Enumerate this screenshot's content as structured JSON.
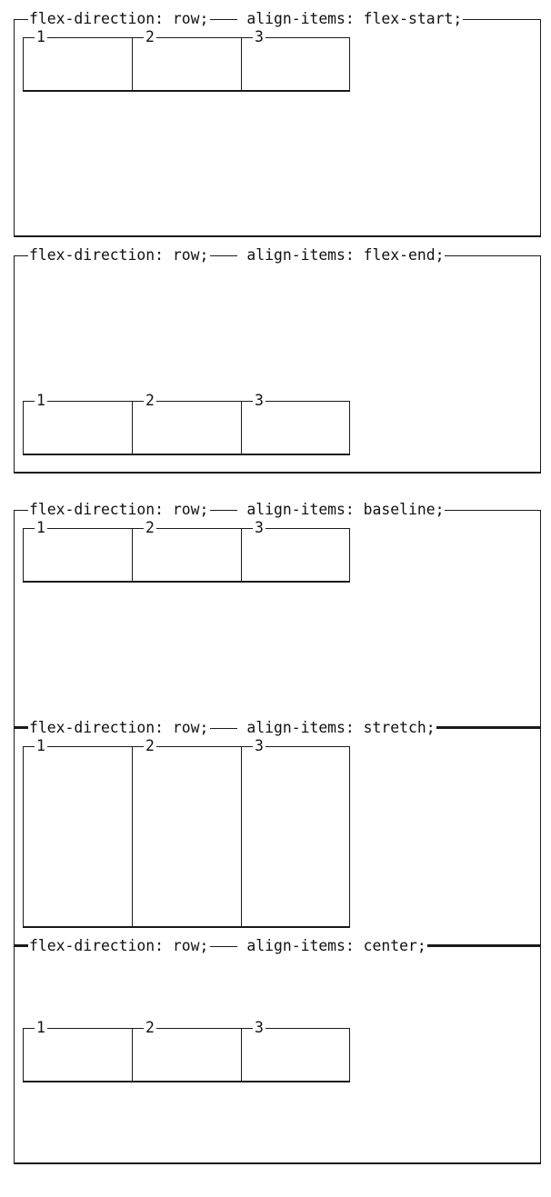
{
  "panels": [
    {
      "direction_label": "flex-direction: row;",
      "align_label": "align-items: flex-start;",
      "align_value": "flex-start",
      "items": [
        {
          "label": "1"
        },
        {
          "label": "2"
        },
        {
          "label": "3"
        }
      ]
    },
    {
      "direction_label": "flex-direction: row;",
      "align_label": "align-items: flex-end;",
      "align_value": "flex-end",
      "items": [
        {
          "label": "1"
        },
        {
          "label": "2"
        },
        {
          "label": "3"
        }
      ]
    },
    {
      "direction_label": "flex-direction: row;",
      "align_label": "align-items: baseline;",
      "align_value": "baseline",
      "items": [
        {
          "label": "1"
        },
        {
          "label": "2"
        },
        {
          "label": "3"
        }
      ]
    },
    {
      "direction_label": "flex-direction: row;",
      "align_label": "align-items: stretch;",
      "align_value": "stretch",
      "items": [
        {
          "label": "1"
        },
        {
          "label": "2"
        },
        {
          "label": "3"
        }
      ]
    },
    {
      "direction_label": "flex-direction: row;",
      "align_label": "align-items: center;",
      "align_value": "center",
      "items": [
        {
          "label": "1"
        },
        {
          "label": "2"
        },
        {
          "label": "3"
        }
      ]
    }
  ],
  "colors": {
    "line": "#1a1a1a",
    "text": "#111111",
    "background": "#ffffff"
  }
}
